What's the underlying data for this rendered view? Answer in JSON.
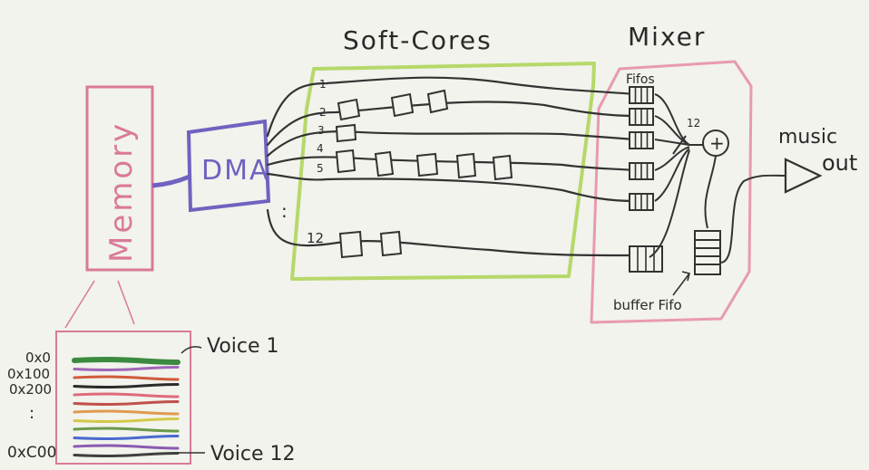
{
  "title": "",
  "memory": {
    "label": "Memory",
    "addresses": [
      "0x0",
      "0x100",
      "0x200",
      ":",
      "0xC00"
    ],
    "voice_first": "Voice 1",
    "voice_last": "Voice 12",
    "stripe_colors": [
      "#3b8a3f",
      "#a066b8",
      "#d05a3c",
      "#2b2b2b",
      "#e06a7a",
      "#c0504d",
      "#e09a50",
      "#d4c84a",
      "#6a9a4a",
      "#4a6ad0",
      "#8a5ab0",
      "#404040"
    ]
  },
  "dma": {
    "label": "DMA"
  },
  "soft_cores": {
    "label": "Soft-Cores",
    "core_numbers": [
      "1",
      "2",
      "3",
      "4",
      "5",
      "12"
    ],
    "dots": ":"
  },
  "mixer": {
    "label": "Mixer",
    "fifos_label": "Fifos",
    "bus_width": "12",
    "adder": "+",
    "buffer_label": "buffer Fifo"
  },
  "output": {
    "label_top": "music",
    "label_bottom": "out"
  },
  "colors": {
    "memory_box": "#d97a98",
    "dma_box": "#6f62c0",
    "soft_cores_box": "#b6d86a",
    "mixer_box": "#e89ab0",
    "wire": "#333333"
  }
}
